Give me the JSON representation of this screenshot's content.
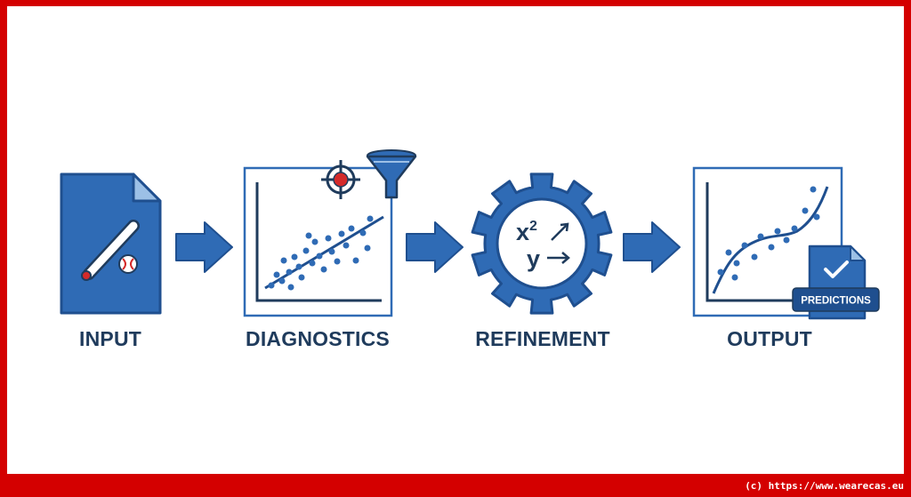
{
  "stages": [
    {
      "label": "INPUT",
      "icon": "document-baseball-icon"
    },
    {
      "label": "DIAGNOSTICS",
      "icon": "scatter-plot-icon"
    },
    {
      "label": "REFINEMENT",
      "icon": "gear-equation-icon"
    },
    {
      "label": "OUTPUT",
      "icon": "curve-plot-icon"
    }
  ],
  "refinement_math": {
    "base_x": "x",
    "exponent": "2",
    "base_y": "y"
  },
  "output_badge": "PREDICTIONS",
  "copyright": "(c) https://www.wearecas.eu",
  "colors": {
    "frame": "#d40000",
    "blue": "#2f6bb5",
    "blue_dark": "#1f4f8f",
    "navy": "#1f3b5c",
    "red_accent": "#d42a2a"
  }
}
